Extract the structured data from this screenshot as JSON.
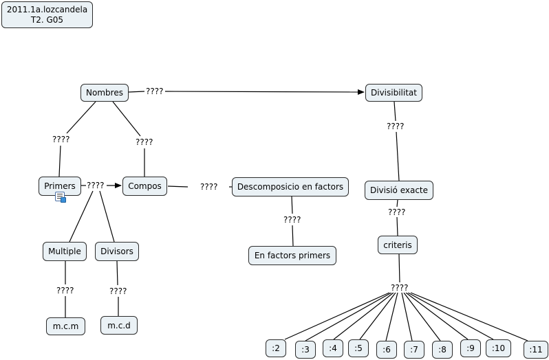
{
  "title": {
    "line1": "2011.1a.lozcandela",
    "line2": "T2. G05"
  },
  "nodes": {
    "nombres": "Nombres",
    "divisibilitat": "Divisibilitat",
    "primers": "Primers",
    "compos": "Compos",
    "descomposicio": "Descomposicio en factors",
    "divisio_exacte": "Divisió exacte",
    "multiple": "Multiple",
    "divisors": "Divisors",
    "factors_primers": "En factors primers",
    "criteris": "criteris",
    "mcm": "m.c.m",
    "mcd": "m.c.d",
    "divisors_list": [
      ":2",
      ":3",
      ":4",
      ":5",
      ":6",
      ":7",
      ":8",
      ":9",
      ":10",
      ":11"
    ]
  },
  "link_label": "????",
  "icons": {
    "resource": "document-resource-icon"
  }
}
